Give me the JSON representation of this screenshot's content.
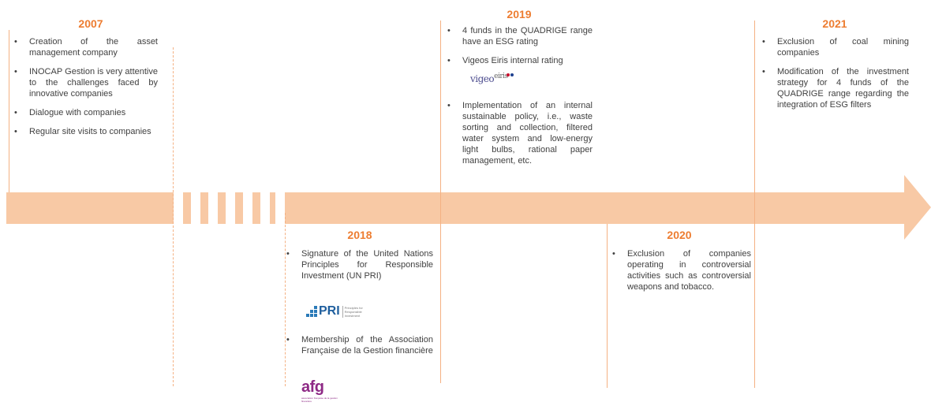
{
  "timeline": {
    "events": [
      {
        "year": "2007",
        "items": [
          "Creation of the asset management company",
          "INOCAP Gestion is very attentive to the challenges faced by innovative companies",
          "Dialogue with companies",
          "Regular site visits to companies"
        ]
      },
      {
        "year": "2018",
        "items": [
          "Signature of the United Nations Principles for Responsible Investment (UN PRI)",
          "Membership of the Association Française de la Gestion financière"
        ],
        "logos": {
          "pri": {
            "text": "PRI",
            "subtext": "Principles for Responsible Investment"
          },
          "afg": {
            "text": "afg",
            "subtext": "association française de la gestion financière"
          }
        }
      },
      {
        "year": "2019",
        "items": [
          "4 funds in the QUADRIGE range have an ESG rating",
          "Vigeos Eiris internal rating",
          "Implementation of an internal sustainable policy, i.e., waste sorting and collection, filtered water system and low-energy light bulbs, rational paper management, etc."
        ],
        "logos": {
          "vigeo": {
            "text_a": "vigeo",
            "text_b": "eiris"
          }
        }
      },
      {
        "year": "2020",
        "items": [
          "Exclusion of companies operating in controversial activities such as controversial weapons and tobacco."
        ]
      },
      {
        "year": "2021",
        "items": [
          "Exclusion of coal mining companies",
          "Modification of the investment strategy for 4 funds of the QUADRIGE range regarding the integration of ESG filters"
        ]
      }
    ],
    "colors": {
      "arrow": "#f8c9a5",
      "year_text": "#ed7d31",
      "divider": "#f4b183",
      "body_text": "#404040"
    }
  }
}
